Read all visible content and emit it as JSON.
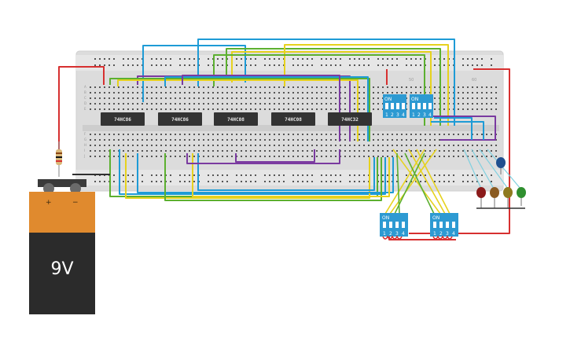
{
  "breadboard": {
    "row_letters_top": [
      "A",
      "B",
      "C",
      "D",
      "E"
    ],
    "row_letters_bottom": [
      "F",
      "G",
      "H",
      "I",
      "J"
    ],
    "column_markers": [
      "50",
      "60"
    ]
  },
  "chips": [
    {
      "label": "74HC86"
    },
    {
      "label": "74HC86"
    },
    {
      "label": "74HC08"
    },
    {
      "label": "74HC08"
    },
    {
      "label": "74HC32"
    }
  ],
  "dip_switches": [
    {
      "on_label": "ON",
      "pins": [
        "1",
        "2",
        "3",
        "4"
      ]
    },
    {
      "on_label": "ON",
      "pins": [
        "1",
        "2",
        "3",
        "4"
      ]
    },
    {
      "on_label": "ON",
      "pins": [
        "1",
        "2",
        "3",
        "4"
      ]
    },
    {
      "on_label": "ON",
      "pins": [
        "1",
        "2",
        "3",
        "4"
      ]
    }
  ],
  "battery": {
    "label": "9V",
    "plus_sign": "+",
    "minus_sign": "−",
    "colors": {
      "top": "#e08a2e",
      "body": "#2b2b2b",
      "cap": "#3a3a3a"
    }
  },
  "leds": [
    {
      "color": "#8b1a1a"
    },
    {
      "color": "#8a5a20"
    },
    {
      "color": "#8f7a1f"
    },
    {
      "color": "#2f8f2f"
    },
    {
      "color": "#1f4f8f"
    }
  ],
  "wire_colors": {
    "red": "#d73030",
    "blue": "#1e9bd6",
    "green": "#5cb030",
    "yellow": "#e6d21e",
    "purple": "#7a3aa0",
    "cyan": "#7fd0e0",
    "black": "#303030"
  }
}
